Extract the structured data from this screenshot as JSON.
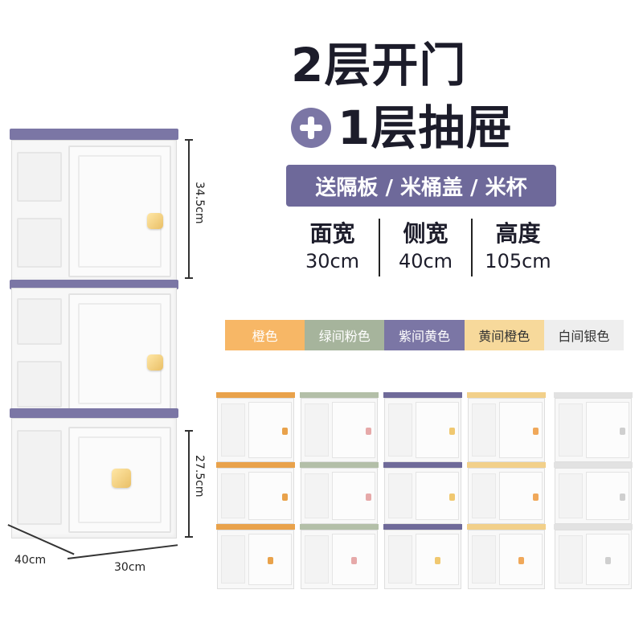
{
  "headline": {
    "line1": "2层开门",
    "line2_text": "1层抽屉",
    "plus_icon": "plus-circle-icon",
    "plus_color": "#7b76a5"
  },
  "gift_banner": {
    "text": "送隔板 / 米桶盖 / 米杯",
    "bg": "#6e699a"
  },
  "dimensions": [
    {
      "label": "面宽",
      "value": "30cm"
    },
    {
      "label": "侧宽",
      "value": "40cm"
    },
    {
      "label": "高度",
      "value": "105cm"
    }
  ],
  "measurements": {
    "upper_height": "34.5cm",
    "lower_height": "27.5cm",
    "depth": "40cm",
    "width": "30cm"
  },
  "color_options": [
    {
      "label": "橙色",
      "bg": "#f7b766",
      "accent": "#e9a24b",
      "knob": "#e9a24b"
    },
    {
      "label": "绿间粉色",
      "bg": "#a6b49c",
      "accent": "#b3bfa8",
      "knob": "#e6a9a9"
    },
    {
      "label": "紫间黄色",
      "bg": "#7b76a5",
      "accent": "#6f6a99",
      "knob": "#f0c870"
    },
    {
      "label": "黄间橙色",
      "bg": "#f7d99b",
      "accent": "#f2d08a",
      "knob": "#f0a85a"
    },
    {
      "label": "白间银色",
      "bg": "#eeeeee",
      "accent": "#e2e2e2",
      "knob": "#cfcfcf"
    }
  ],
  "main_accent": "#7b76a5"
}
